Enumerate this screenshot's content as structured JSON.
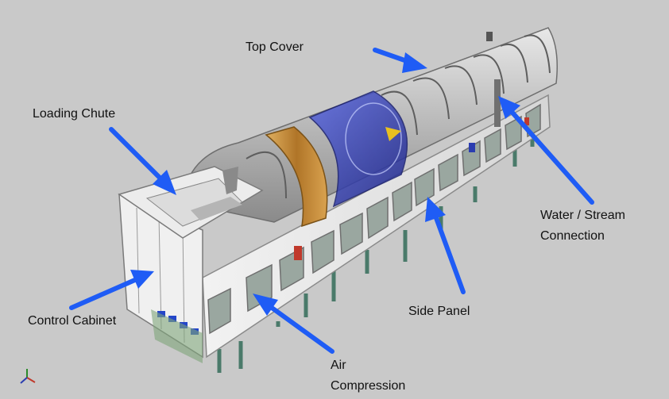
{
  "labels": {
    "top_cover": "Top Cover",
    "loading_chute": "Loading Chute",
    "water_stream_line1": "Water / Stream",
    "water_stream_line2": "Connection",
    "control_cabinet": "Control Cabinet",
    "side_panel": "Side Panel",
    "air_line1": "Air",
    "air_line2": "Compression"
  },
  "colors": {
    "background": "#c9c9c9",
    "arrow": "#1f5cf5",
    "cover_steel": "#b8b8b8",
    "drum_blue": "#3b48c8",
    "ring_bronze": "#c28a3a",
    "legs": "#4a7a6a"
  },
  "axis_icon": "xyz-axis-triad-icon"
}
